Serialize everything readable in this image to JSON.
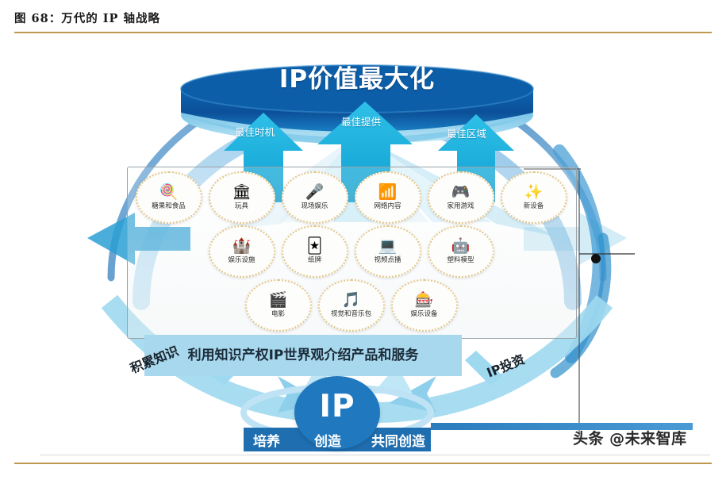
{
  "figure": {
    "caption": "图 68：万代的 IP 轴战略"
  },
  "diagram": {
    "top_banner": {
      "title": "IP价值最大化",
      "color": "#0b5ba8"
    },
    "arrows": [
      {
        "label": "最佳时机",
        "icon": "up-arrow-icon"
      },
      {
        "label": "最佳提供",
        "icon": "up-arrow-icon"
      },
      {
        "label": "最佳区域",
        "icon": "up-arrow-icon"
      }
    ],
    "product_grid": {
      "rows": [
        [
          {
            "label": "糖果和食品",
            "glyph": "🍭",
            "icon": "lollipop-icon",
            "color": "#2aa8d8"
          },
          {
            "label": "玩具",
            "glyph": "🏛",
            "icon": "toy-building-icon",
            "color": "#b7cc2a"
          },
          {
            "label": "现场娱乐",
            "glyph": "🎤",
            "icon": "microphone-icon",
            "color": "#8cc63f"
          },
          {
            "label": "网络内容",
            "glyph": "📶",
            "icon": "wifi-icon",
            "color": "#4caf50"
          },
          {
            "label": "家用游戏",
            "glyph": "🎮",
            "icon": "gamepad-icon",
            "color": "#e03a2f"
          },
          {
            "label": "新设备",
            "glyph": "✨",
            "icon": "sparkles-icon",
            "color": "#f2b705"
          }
        ],
        [
          {
            "label": "娱乐设施",
            "glyph": "🏰",
            "icon": "castle-icon",
            "color": "#3aa83a"
          },
          {
            "label": "纸牌",
            "glyph": "🃏",
            "icon": "playing-cards-icon",
            "color": "#e8554d"
          },
          {
            "label": "视频点播",
            "glyph": "💻",
            "icon": "laptop-video-icon",
            "color": "#1a4f9c"
          },
          {
            "label": "塑料模型",
            "glyph": "🤖",
            "icon": "plastic-model-icon",
            "color": "#1aa3a3"
          }
        ],
        [
          {
            "label": "电影",
            "glyph": "🎬",
            "icon": "film-icon",
            "color": "#8e44ad"
          },
          {
            "label": "视觉和音乐包",
            "glyph": "🎵",
            "icon": "visual-music-icon",
            "color": "#e8509b"
          },
          {
            "label": "娱乐设备",
            "glyph": "🎰",
            "icon": "arcade-machine-icon",
            "color": "#f08a24"
          }
        ]
      ]
    },
    "mid_banner": {
      "text": "利用知识产权IP世界观介绍产品和服务",
      "color": "#a8d8ee"
    },
    "side_labels": {
      "left": "积累知识",
      "right": "IP投资"
    },
    "core": {
      "label": "IP",
      "color": "#2079bf"
    },
    "bottom_bar": {
      "items": [
        "培养",
        "创造",
        "共同创造"
      ],
      "color": "#1f6eb0"
    },
    "callout": {
      "marker": "callout-dot"
    }
  },
  "watermark": {
    "text": "头条 @未来智库"
  }
}
